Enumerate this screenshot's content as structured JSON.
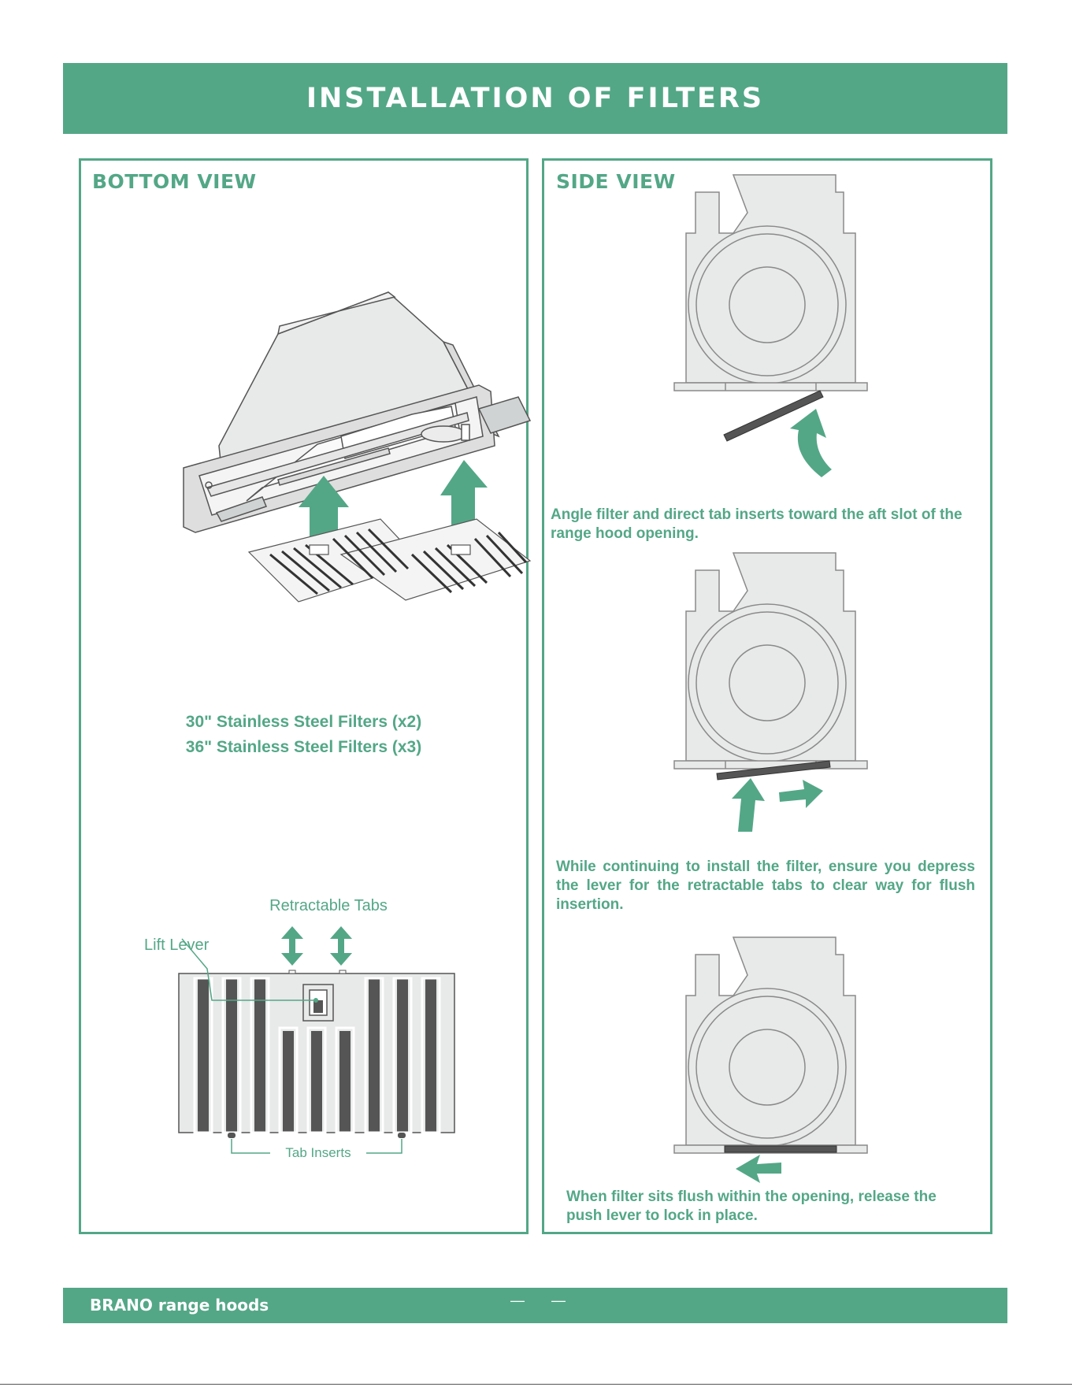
{
  "header": {
    "title": "INSTALLATION OF FILTERS"
  },
  "bottom_view": {
    "title": "BOTTOM VIEW",
    "filters": [
      "30\" Stainless Steel  Filters (x2)",
      "36\" Stainless Steel  Filters (x3)"
    ],
    "labels": {
      "retractable_tabs": "Retractable Tabs",
      "lift_lever": "Lift Lever",
      "tab_inserts": "Tab Inserts"
    }
  },
  "side_view": {
    "title": "SIDE VIEW",
    "steps": [
      {
        "caption": "Angle filter and direct tab inserts toward the aft slot of the range hood opening."
      },
      {
        "caption": "While continuing to install the filter, ensure you depress the lever for the retractable tabs to clear way for flush insertion."
      },
      {
        "caption": "When filter sits flush within the opening, release the push lever to lock in place."
      }
    ]
  },
  "footer": {
    "brand": "BRANO range hoods",
    "marks": [
      "—",
      "—"
    ]
  },
  "colors": {
    "accent": "#53a787",
    "panel_fill": "#e8e9e9",
    "outline": "#8a8a8a",
    "filter_dark": "#555555"
  }
}
